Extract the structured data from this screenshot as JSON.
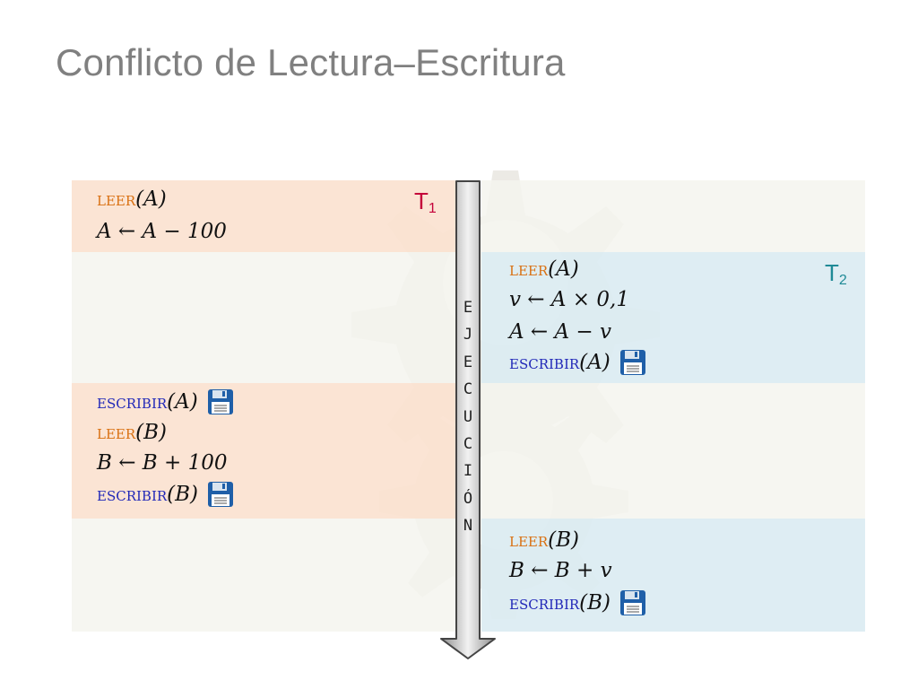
{
  "title": "Conflicto de Lectura–Escritura",
  "colors": {
    "t1_bg": "#fbe2d0",
    "t2_bg": "#dbecf2",
    "leer": "#d97012",
    "escribir": "#2128b8",
    "t1_label": "#c4003a",
    "t2_label": "#1f8a96"
  },
  "t1": {
    "label": "T",
    "label_sub": "1",
    "block1": {
      "line1_kw": "leer",
      "line1_arg": "(A)",
      "line2": "A ← A − 100"
    },
    "block2": {
      "line1_kw": "escribir",
      "line1_arg": "(A)",
      "line2_kw": "leer",
      "line2_arg": "(B)",
      "line3": "B ← B + 100",
      "line4_kw": "escribir",
      "line4_arg": "(B)"
    }
  },
  "t2": {
    "label": "T",
    "label_sub": "2",
    "block1": {
      "line1_kw": "leer",
      "line1_arg": "(A)",
      "line2": "v ← A × 0,1",
      "line3": "A ← A − v",
      "line4_kw": "escribir",
      "line4_arg": "(A)"
    },
    "block2": {
      "line1_kw": "leer",
      "line1_arg": "(B)",
      "line2": "B ← B + v",
      "line3_kw": "escribir",
      "line3_arg": "(B)"
    }
  },
  "execution": {
    "letters": [
      "E",
      "J",
      "E",
      "C",
      "U",
      "C",
      "I",
      "Ó",
      "N"
    ]
  },
  "icons": {
    "save": "floppy-disk-icon"
  }
}
